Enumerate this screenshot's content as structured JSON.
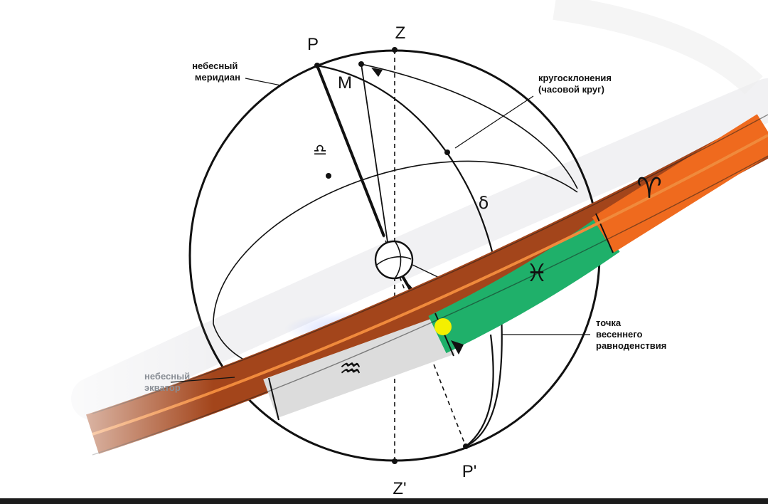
{
  "labels": {
    "P": "P",
    "Z": "Z",
    "M": "M",
    "delta": "δ",
    "Z_prime": "Z'",
    "P_prime": "P'",
    "libra_sign": "♎",
    "pisces_sign": "♓",
    "aries_sign": "♈",
    "aquarius_sign": "♒",
    "celestial_meridian": [
      "небесный",
      "меридиан"
    ],
    "declination_circle": [
      "кругосклонения",
      "(часовой круг)"
    ],
    "vernal_equinox": [
      "точка",
      "весеннего",
      "равноденствия"
    ],
    "celestial_equator": [
      "небесный",
      "экватор"
    ]
  },
  "colors": {
    "line": "#111111",
    "band_gray": "#dcdcdc",
    "band_green": "#1fb06a",
    "band_orange": "#ef6a1e",
    "band_darkorange": "#a3451b",
    "ecliptic_line": "#f08a3c",
    "equinox_point": "#f4f000",
    "bottom_bar": "#1b1b1b"
  }
}
